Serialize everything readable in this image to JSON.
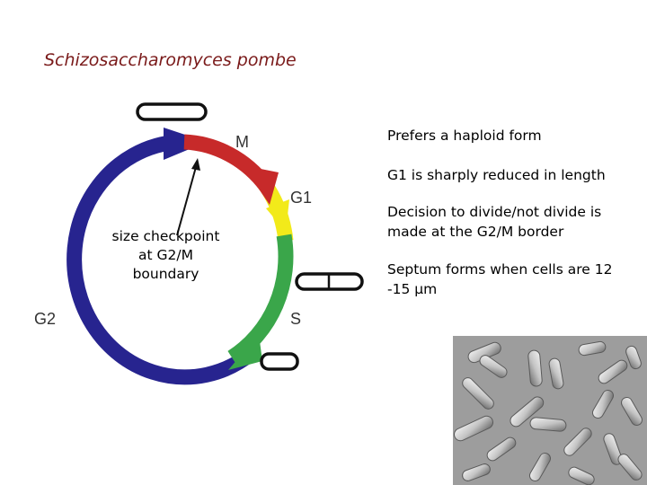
{
  "title": "Schizosaccharomyces pombe",
  "phases": {
    "m": "M",
    "g1": "G1",
    "s": "S",
    "g2": "G2"
  },
  "colors": {
    "g2": "#27248f",
    "m": "#c72a2a",
    "g1": "#f2ea1a",
    "s": "#3aa64a",
    "background": "#ffffff",
    "title": "#7a1a1a"
  },
  "checkpoint": {
    "line1": "size checkpoint",
    "line2": "at G2/M",
    "line3": "boundary"
  },
  "notes": {
    "haploid": "Prefers a haploid form",
    "g1": "G1 is sharply reduced in length",
    "decision_line1": "Decision to divide/not divide is",
    "decision_line2": "made at the G2/M border",
    "septum_line1": "Septum forms when cells are 12",
    "septum_line2": "-15 μm"
  },
  "images": {
    "micrograph": "dic-micrograph-of-fission-yeast-cells"
  }
}
